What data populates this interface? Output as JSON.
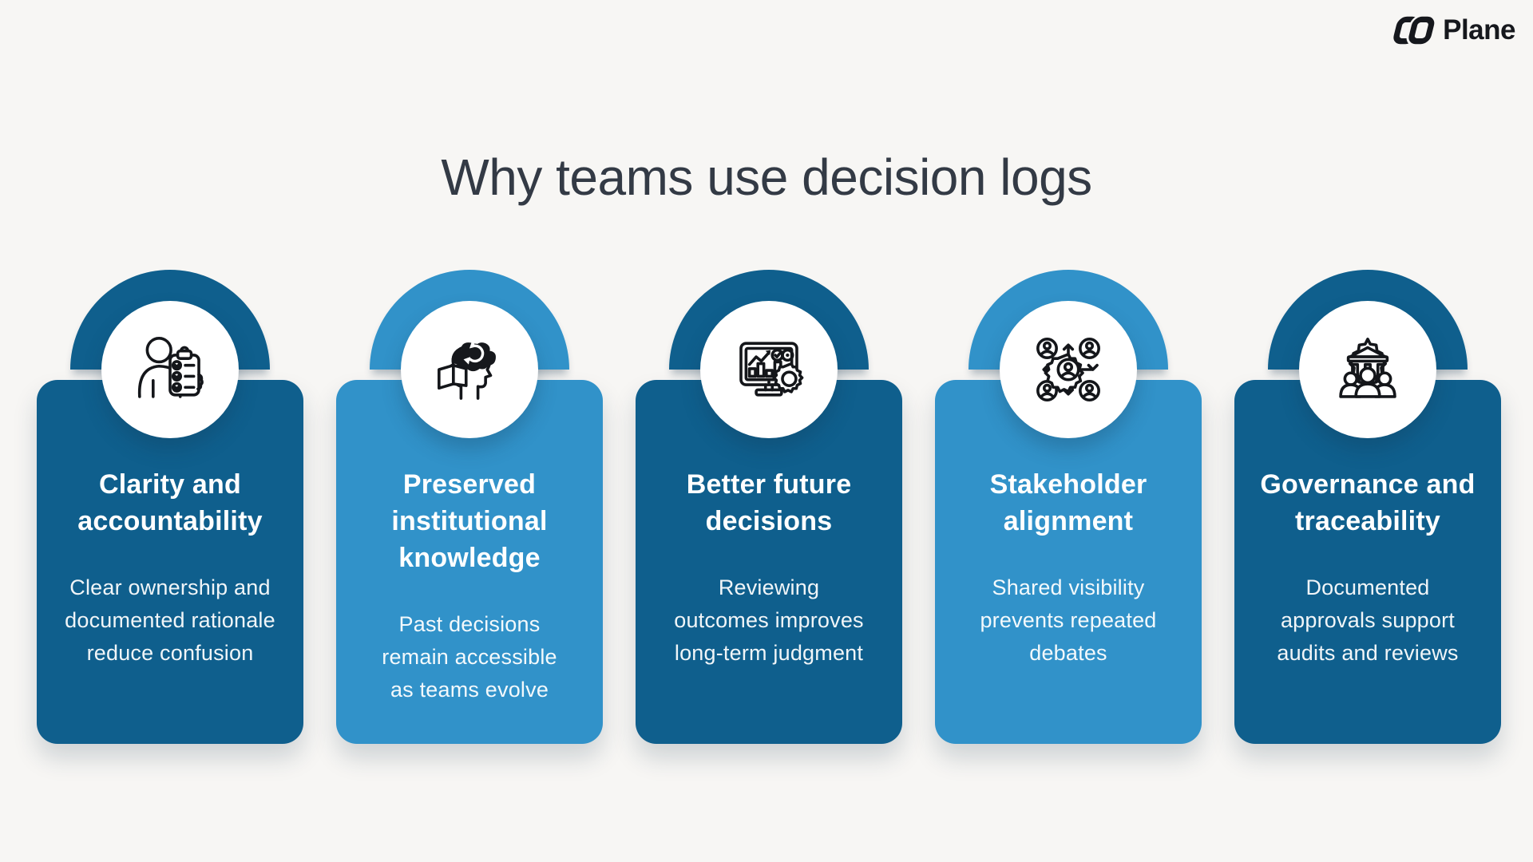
{
  "page": {
    "title": "Why teams use decision logs",
    "background_color": "#f7f6f4",
    "title_color": "#333a45"
  },
  "logo": {
    "text": "Plane",
    "icon": "plane-logo-icon",
    "color": "#16181d"
  },
  "colors": {
    "dark_blue": "#0f5f8d",
    "light_blue": "#3192c9",
    "icon_circle_bg": "#ffffff",
    "icon_stroke": "#14161a",
    "card_text": "#ffffff"
  },
  "cards": [
    {
      "tone": "dark",
      "icon": "person-checklist-icon",
      "title": "Clarity and\naccountability",
      "body": "Clear ownership and\ndocumented rationale\nreduce confusion"
    },
    {
      "tone": "light",
      "icon": "head-knowledge-book-icon",
      "title": "Preserved\ninstitutional\nknowledge",
      "body": "Past decisions\nremain accessible\nas teams evolve"
    },
    {
      "tone": "dark",
      "icon": "monitor-analytics-gear-icon",
      "title": "Better future\ndecisions",
      "body": "Reviewing\noutcomes improves\nlong-term judgment"
    },
    {
      "tone": "light",
      "icon": "stakeholder-network-icon",
      "title": "Stakeholder\nalignment",
      "body": "Shared visibility\nprevents repeated\ndebates"
    },
    {
      "tone": "dark",
      "icon": "governance-gear-bank-icon",
      "title": "Governance and\ntraceability",
      "body": "Documented\napprovals support\naudits and reviews"
    }
  ]
}
